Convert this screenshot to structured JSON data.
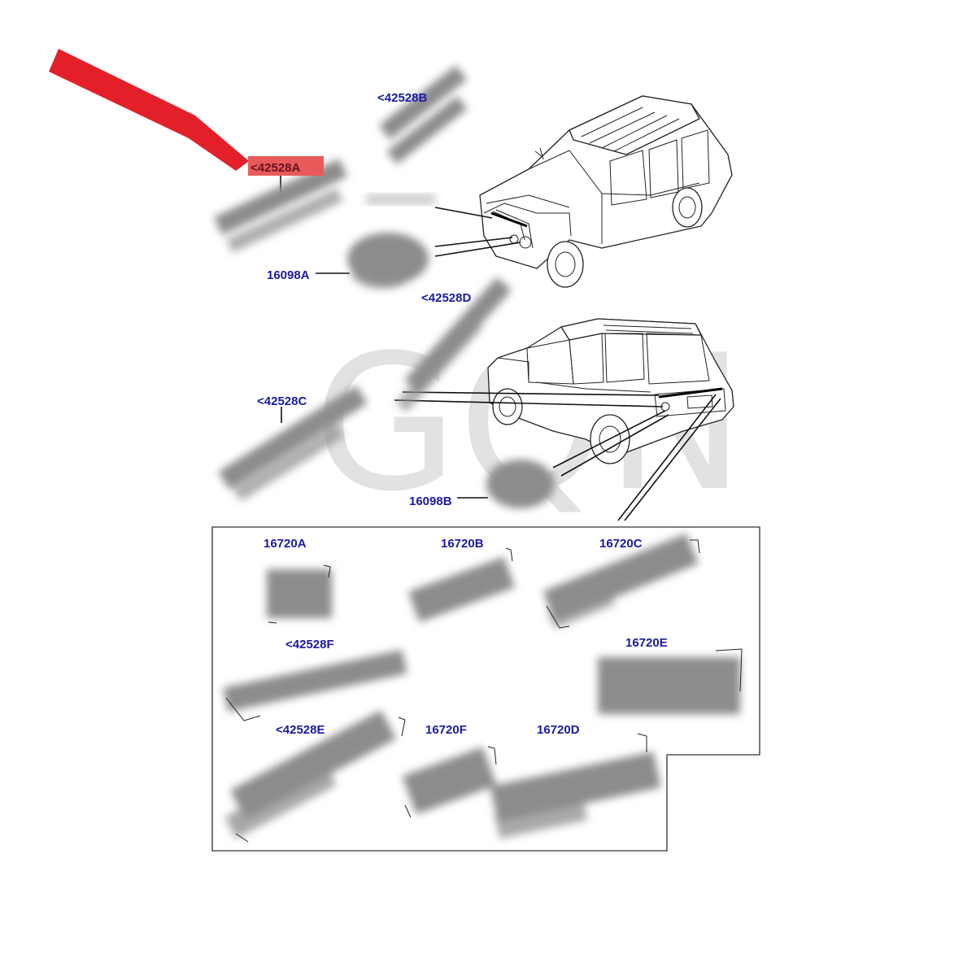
{
  "diagram": {
    "watermark": "GQN",
    "colors": {
      "label": "#1a1aa8",
      "highlight_box": "#e85a5a",
      "highlight_text": "#6a1020",
      "arrow": "#e3202a",
      "watermark": "#e2e2e2",
      "part_blur": "#8c8c8c"
    },
    "labels": {
      "p42528b": "<42528B",
      "p42528a": "<42528A",
      "p16098a": "16098A",
      "p42528d": "<42528D",
      "p42528c": "<42528C",
      "p16098b": "16098B",
      "p16720a": "16720A",
      "p16720b": "16720B",
      "p16720c": "16720C",
      "p42528f": "<42528F",
      "p16720e": "16720E",
      "p42528e": "<42528E",
      "p16720f": "16720F",
      "p16720d": "16720D"
    },
    "highlighted_part": "<42528A"
  }
}
